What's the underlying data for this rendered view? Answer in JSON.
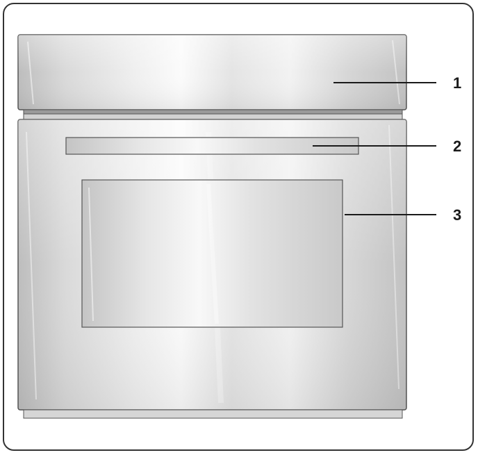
{
  "callouts": [
    {
      "number": "1",
      "part": "control-panel"
    },
    {
      "number": "2",
      "part": "door-handle"
    },
    {
      "number": "3",
      "part": "oven-door"
    }
  ],
  "colors": {
    "frame": "#333333",
    "steel_light": "#f4f4f4",
    "steel_mid": "#d8d8d8",
    "steel_dark": "#b9b9b9",
    "outline": "#555555",
    "leader": "#1a1a1a"
  }
}
